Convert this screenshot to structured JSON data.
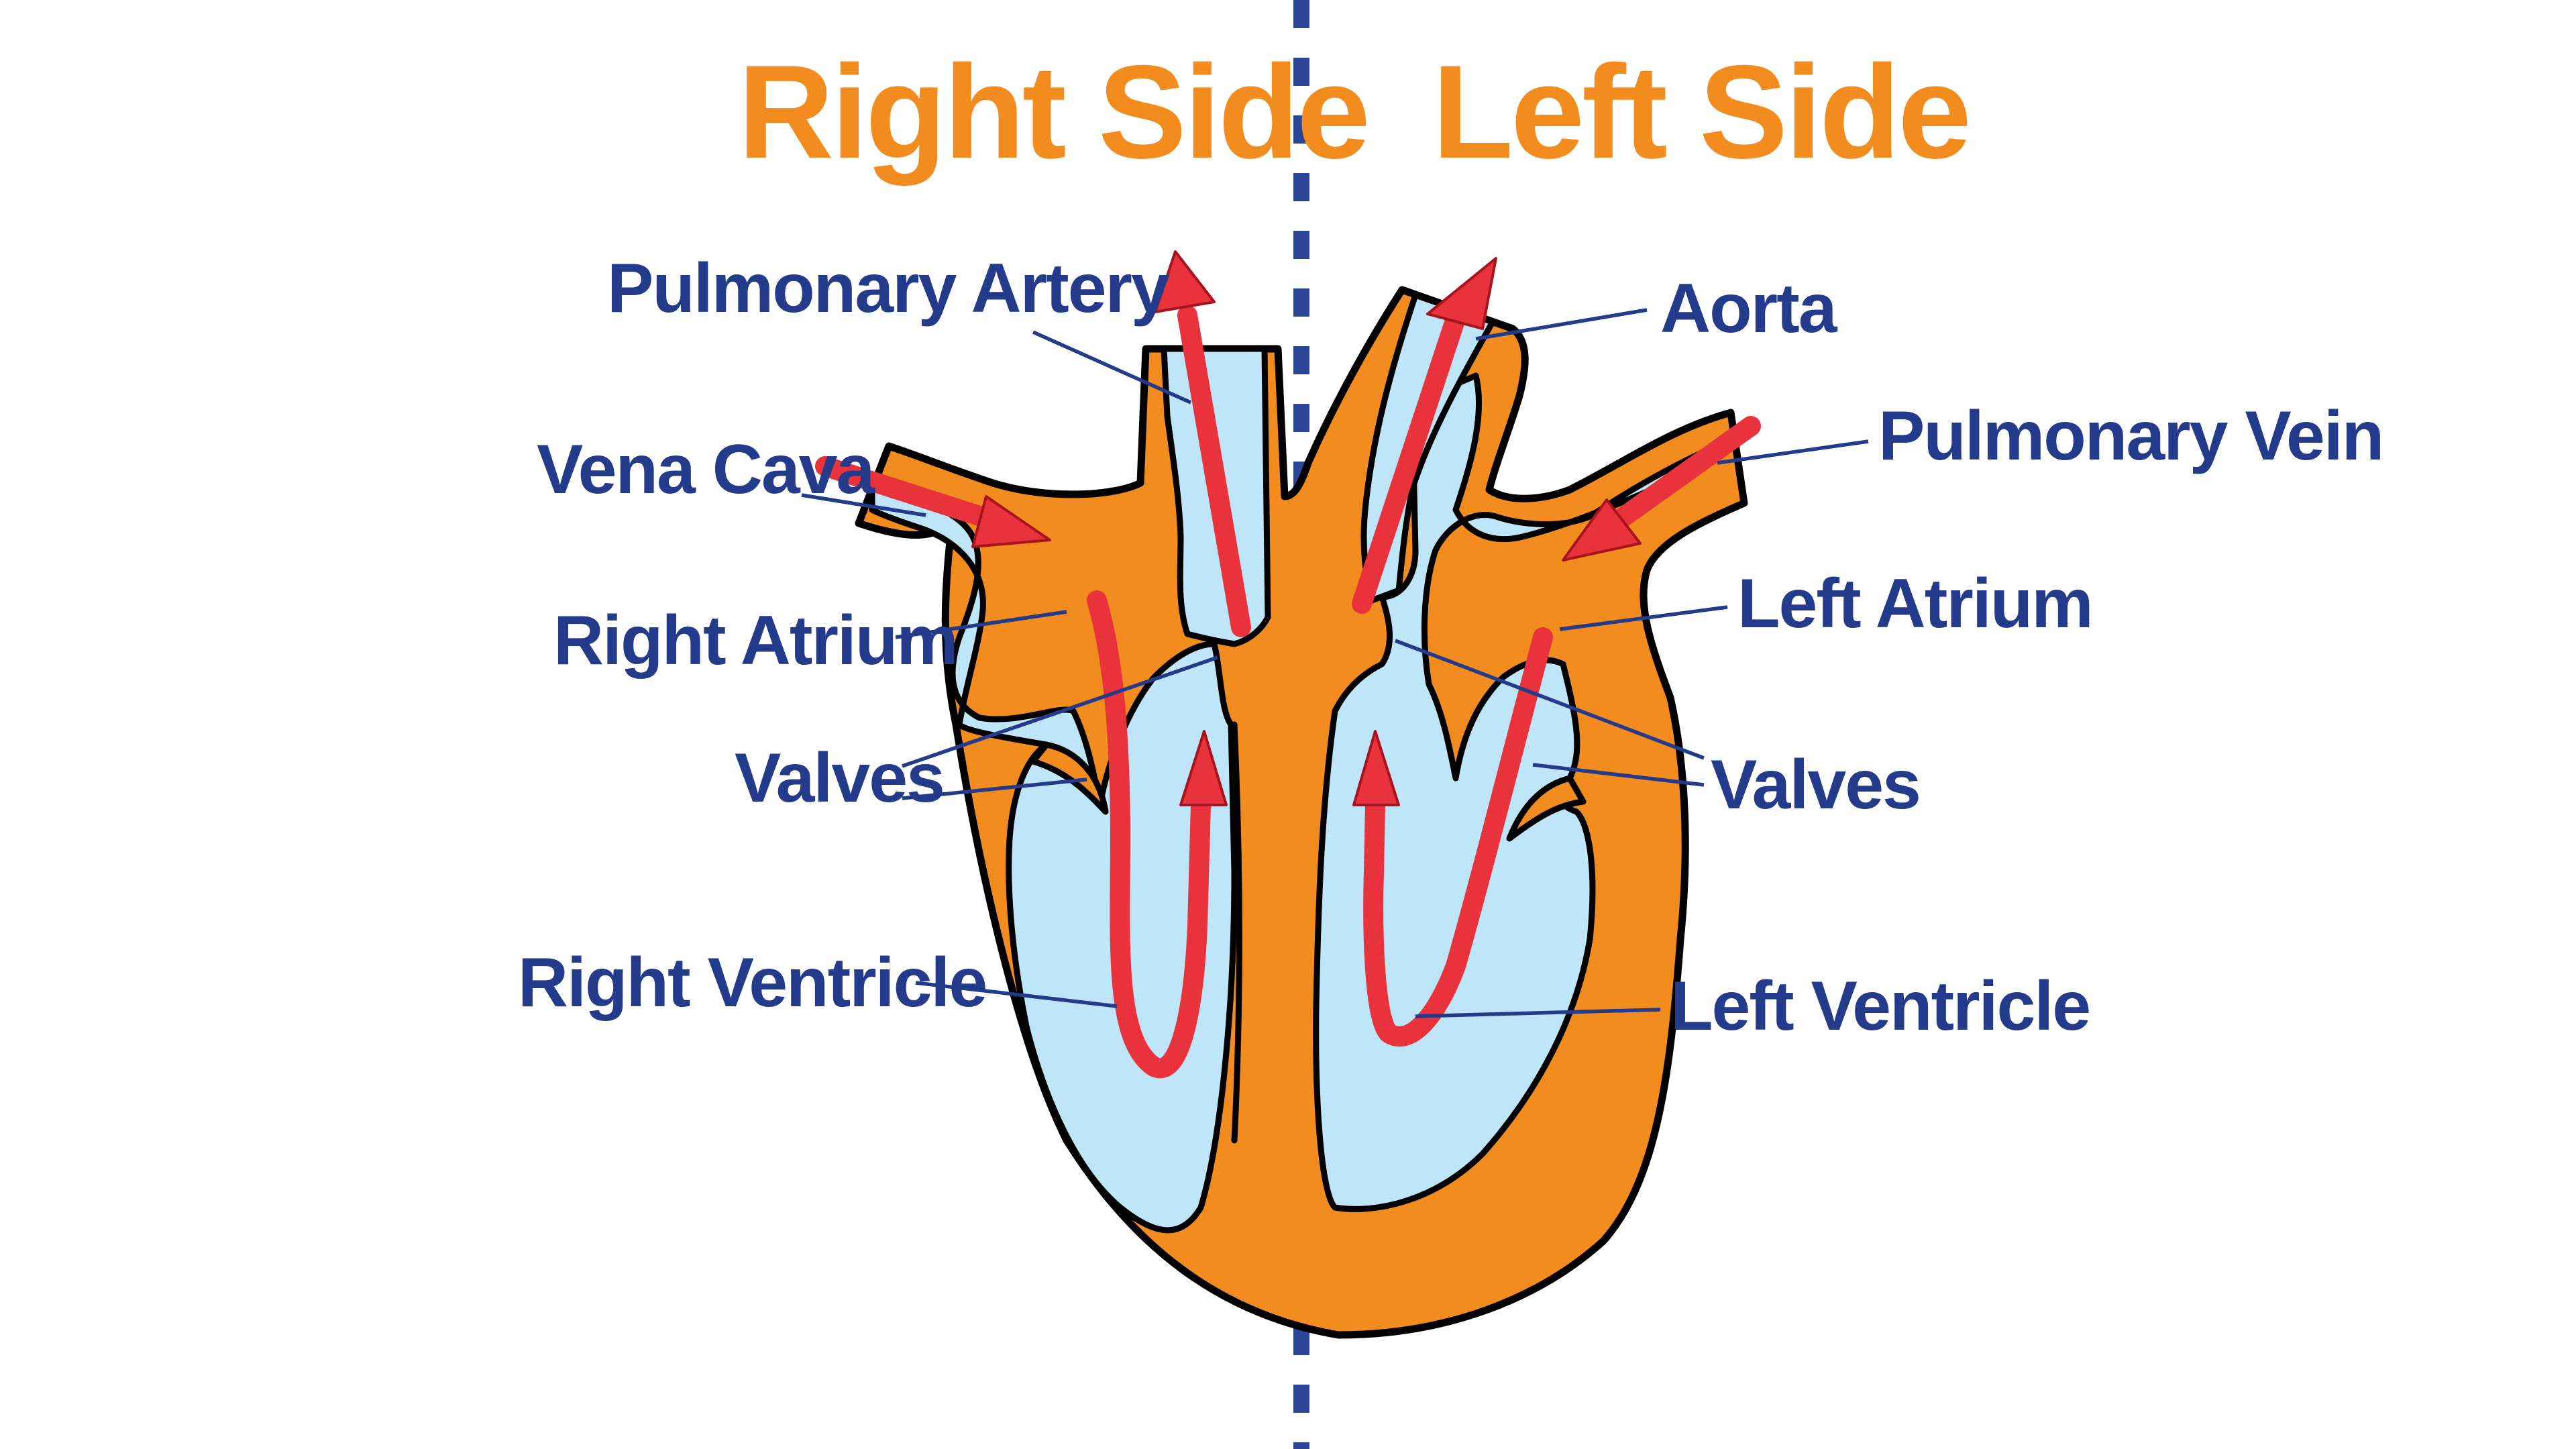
{
  "headings": {
    "right_side": "Right Side",
    "left_side": "Left Side"
  },
  "labels": {
    "pulmonary_artery": "Pulmonary Artery",
    "vena_cava": "Vena Cava",
    "right_atrium": "Right Atrium",
    "valves_right": "Valves",
    "right_ventricle": "Right Ventricle",
    "aorta": "Aorta",
    "pulmonary_vein": "Pulmonary Vein",
    "left_atrium": "Left Atrium",
    "valves_left": "Valves",
    "left_ventricle": "Left Ventricle"
  },
  "colors": {
    "heading": "#f28c1e",
    "label": "#243a8a",
    "muscle": "#f28c1e",
    "chamber": "#bfe6f8",
    "blood_flow": "#e8323c",
    "divider": "#2a4496"
  }
}
